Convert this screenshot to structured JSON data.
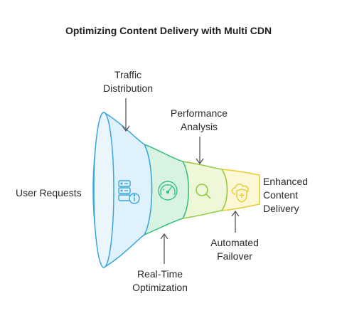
{
  "title": "Optimizing Content Delivery with Multi CDN",
  "labels": {
    "user_requests": "User Requests",
    "traffic_distribution": [
      "Traffic",
      "Distribution"
    ],
    "performance_analysis": [
      "Performance",
      "Analysis"
    ],
    "enhanced_delivery": [
      "Enhanced",
      "Content",
      "Delivery"
    ],
    "automated_failover": [
      "Automated",
      "Failover"
    ],
    "realtime_optimization": [
      "Real-Time",
      "Optimization"
    ]
  },
  "icons": {
    "stage1": "server-info-icon",
    "stage2": "speedometer-icon",
    "stage3": "magnifier-icon",
    "stage4": "cloud-shield-icon"
  },
  "colors": {
    "stage1": "#dff1fb",
    "stage1_stroke": "#3aa6de",
    "stage2": "#d9f3e3",
    "stage2_stroke": "#37c081",
    "stage3": "#eef7d8",
    "stage3_stroke": "#92c83e",
    "stage4": "#fcf7d4",
    "stage4_stroke": "#e6cc2f",
    "arrow": "#555555"
  }
}
